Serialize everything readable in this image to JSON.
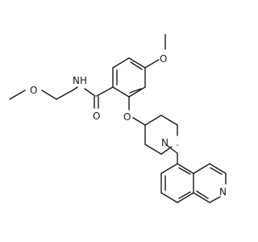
{
  "molecule": {
    "labels": {
      "amide_o": "O",
      "amide_nh": "NH",
      "ether_o_chain1": "O",
      "ether_o_chain2": "O",
      "methoxy_o": "O",
      "aryl_ether_o": "O",
      "piperidine_n": "N",
      "isoquinoline_n": "N"
    }
  }
}
